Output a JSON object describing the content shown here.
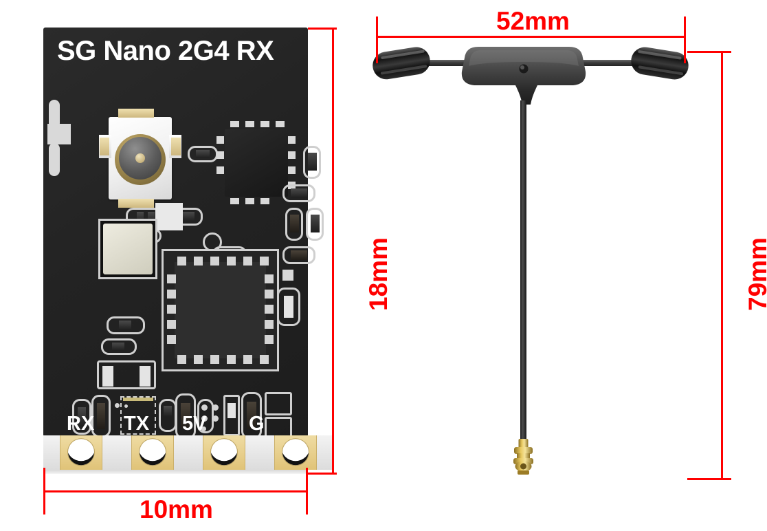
{
  "product": {
    "board_silkscreen_title": "SG Nano 2G4 RX",
    "pin_labels": [
      "RX",
      "TX",
      "5V",
      "G"
    ]
  },
  "dimensions": {
    "board_height": "18mm",
    "board_width": "10mm",
    "antenna_span": "52mm",
    "antenna_length": "79mm"
  },
  "colors": {
    "dimension_line": "#ff0000",
    "pcb_soldermask": "#232323",
    "silkscreen": "#ffffff",
    "pad_gold": "#e0c378",
    "antenna_body": "#3a3a3a"
  },
  "icons": {
    "ufl_connector": "ufl-antenna-connector-icon",
    "ipex_plug": "ipex-plug-icon"
  }
}
